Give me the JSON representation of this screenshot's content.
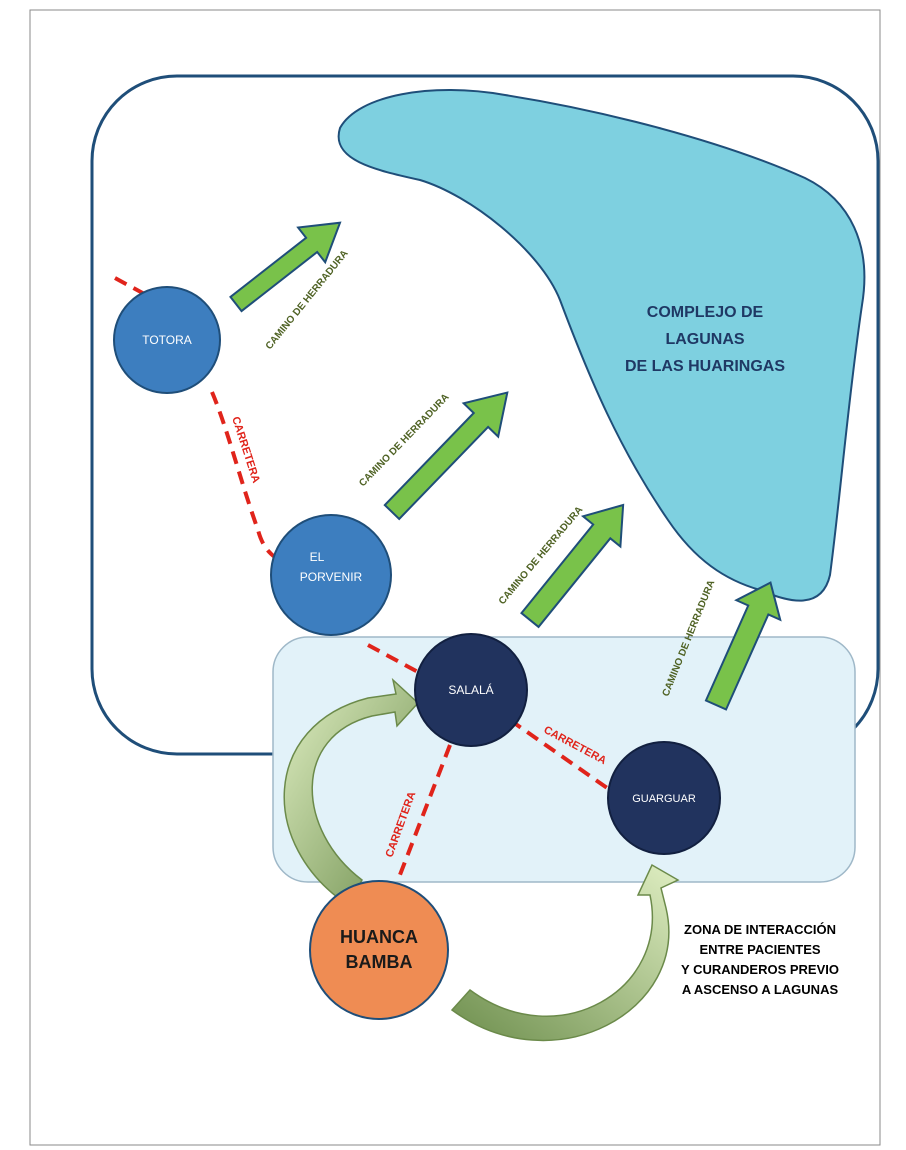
{
  "lake": {
    "lines": [
      "COMPLEJO DE",
      "LAGUNAS",
      "DE LAS HUARINGAS"
    ]
  },
  "nodes": {
    "totora": [
      "TOTORA"
    ],
    "el_porvenir": [
      "EL",
      "PORVENIR"
    ],
    "salala": [
      "SALALÁ"
    ],
    "guarguar": [
      "GUARGUAR"
    ],
    "huancabamba": [
      "HUANCA",
      "BAMBA"
    ]
  },
  "roads": {
    "totora_porvenir": "CARRETERA",
    "salala_guarguar": "CARRETERA",
    "salala_huancabamba": "CARRETERA"
  },
  "trails": {
    "totora": "CAMINO DE HERRADURA",
    "porvenir": "CAMINO DE HERRADURA",
    "salala": "CAMINO DE HERRADURA",
    "guarguar": "CAMINO DE HERRADURA"
  },
  "zone": {
    "lines": [
      "ZONA DE INTERACCIÓN",
      "ENTRE PACIENTES",
      "Y CURANDEROS PREVIO",
      "A ASCENSO A LAGUNAS"
    ]
  },
  "colors": {
    "lake": "#7ed0e0",
    "node_light": "#3d7ebf",
    "node_dark": "#21335e",
    "huancabamba": "#ef8c53",
    "zone": "#e2f2f9",
    "arrow": "#79c24a",
    "road": "#e0241b"
  }
}
